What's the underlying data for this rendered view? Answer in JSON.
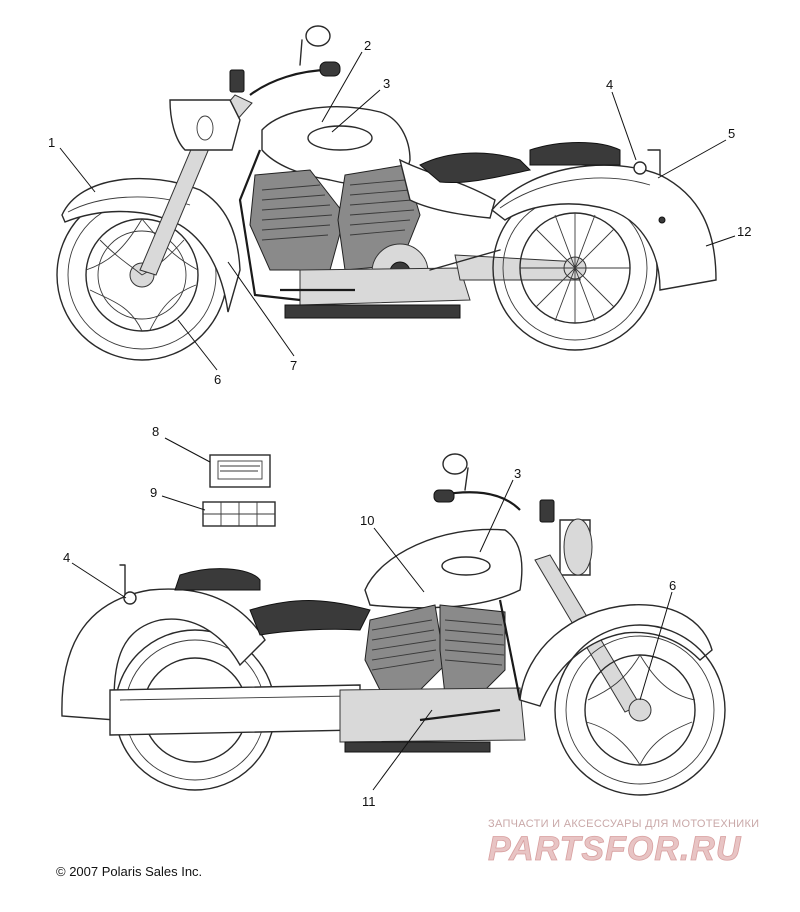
{
  "callouts": [
    {
      "id": "1",
      "label": "1"
    },
    {
      "id": "2",
      "label": "2"
    },
    {
      "id": "3",
      "label": "3"
    },
    {
      "id": "4",
      "label": "4"
    },
    {
      "id": "5",
      "label": "5"
    },
    {
      "id": "6",
      "label": "6"
    },
    {
      "id": "7",
      "label": "7"
    },
    {
      "id": "12",
      "label": "12"
    },
    {
      "id": "8",
      "label": "8"
    },
    {
      "id": "9",
      "label": "9"
    },
    {
      "id": "3b",
      "label": "3"
    },
    {
      "id": "10",
      "label": "10"
    },
    {
      "id": "4b",
      "label": "4"
    },
    {
      "id": "6b",
      "label": "6"
    },
    {
      "id": "11",
      "label": "11"
    }
  ],
  "copyright": "© 2007 Polaris Sales Inc.",
  "watermark": {
    "tagline": "ЗАПЧАСТИ И АКСЕССУАРЫ ДЛЯ МОТОТЕХНИКИ",
    "logo_text": "PARTSFOR.RU"
  },
  "colors": {
    "line": "#2a2a2a",
    "watermark": "#d8a0a0"
  }
}
